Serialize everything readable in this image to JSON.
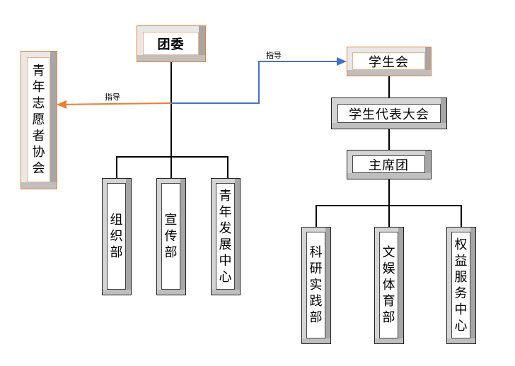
{
  "diagram": {
    "type": "org-chart",
    "colors": {
      "line": "#000000",
      "guide_left": "#ed7d31",
      "guide_right": "#4472c4",
      "highlight_border": "#ed7d31",
      "normal_border": "#222222"
    },
    "nodes": {
      "tuanwei": "团委",
      "volunteer": "青年志愿者协会",
      "student_union": "学生会",
      "congress": "学生代表大会",
      "presidium": "主席团",
      "org_dept": "组织部",
      "publicity_dept": "宣传部",
      "youth_dev": "青年发展中心",
      "research_dept": "科研实践部",
      "culture_sports_dept": "文娱体育部",
      "rights_center": "权益服务中心"
    },
    "edges": [
      {
        "from": "tuanwei",
        "to": "org_dept"
      },
      {
        "from": "tuanwei",
        "to": "publicity_dept"
      },
      {
        "from": "tuanwei",
        "to": "youth_dev"
      },
      {
        "from": "tuanwei",
        "to": "volunteer",
        "label": "指导",
        "color": "orange"
      },
      {
        "from": "tuanwei",
        "to": "student_union",
        "label": "指导",
        "color": "blue"
      },
      {
        "from": "student_union",
        "to": "congress"
      },
      {
        "from": "congress",
        "to": "presidium"
      },
      {
        "from": "presidium",
        "to": "research_dept"
      },
      {
        "from": "presidium",
        "to": "culture_sports_dept"
      },
      {
        "from": "presidium",
        "to": "rights_center"
      }
    ],
    "edge_labels": {
      "guide_left": "指导",
      "guide_right": "指导"
    }
  }
}
